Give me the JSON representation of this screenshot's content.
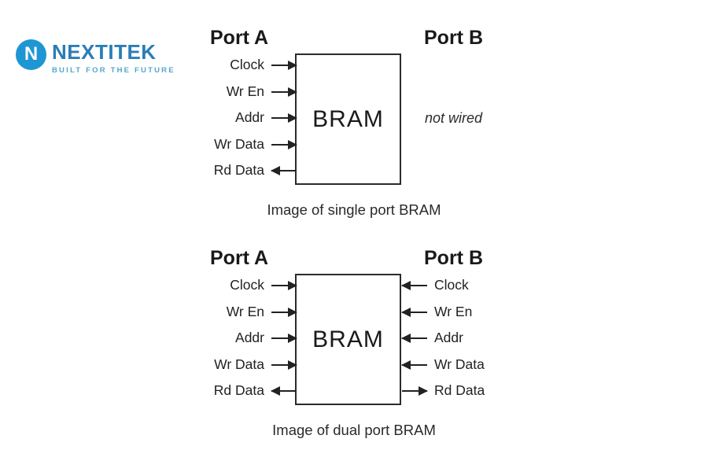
{
  "logo": {
    "brand": "NEXTITEK",
    "tagline": "BUILT FOR THE FUTURE",
    "icon_letter": "N",
    "colors": {
      "icon_blue": "#1d96d3",
      "brand_blue": "#2b7db6",
      "tagline_blue": "#54a7cc"
    }
  },
  "single_port": {
    "port_a_title": "Port A",
    "port_b_title": "Port B",
    "block_label": "BRAM",
    "port_b_note": "not wired",
    "caption": "Image of single port BRAM",
    "port_a_signals": [
      {
        "label": "Clock",
        "dir": "in"
      },
      {
        "label": "Wr En",
        "dir": "in"
      },
      {
        "label": "Addr",
        "dir": "in"
      },
      {
        "label": "Wr Data",
        "dir": "in"
      },
      {
        "label": "Rd Data",
        "dir": "out"
      }
    ]
  },
  "dual_port": {
    "port_a_title": "Port A",
    "port_b_title": "Port B",
    "block_label": "BRAM",
    "caption": "Image of dual port BRAM",
    "port_a_signals": [
      {
        "label": "Clock",
        "dir": "in"
      },
      {
        "label": "Wr En",
        "dir": "in"
      },
      {
        "label": "Addr",
        "dir": "in"
      },
      {
        "label": "Wr Data",
        "dir": "in"
      },
      {
        "label": "Rd Data",
        "dir": "out"
      }
    ],
    "port_b_signals": [
      {
        "label": "Clock",
        "dir": "in"
      },
      {
        "label": "Wr En",
        "dir": "in"
      },
      {
        "label": "Addr",
        "dir": "in"
      },
      {
        "label": "Wr Data",
        "dir": "in"
      },
      {
        "label": "Rd Data",
        "dir": "out"
      }
    ]
  }
}
